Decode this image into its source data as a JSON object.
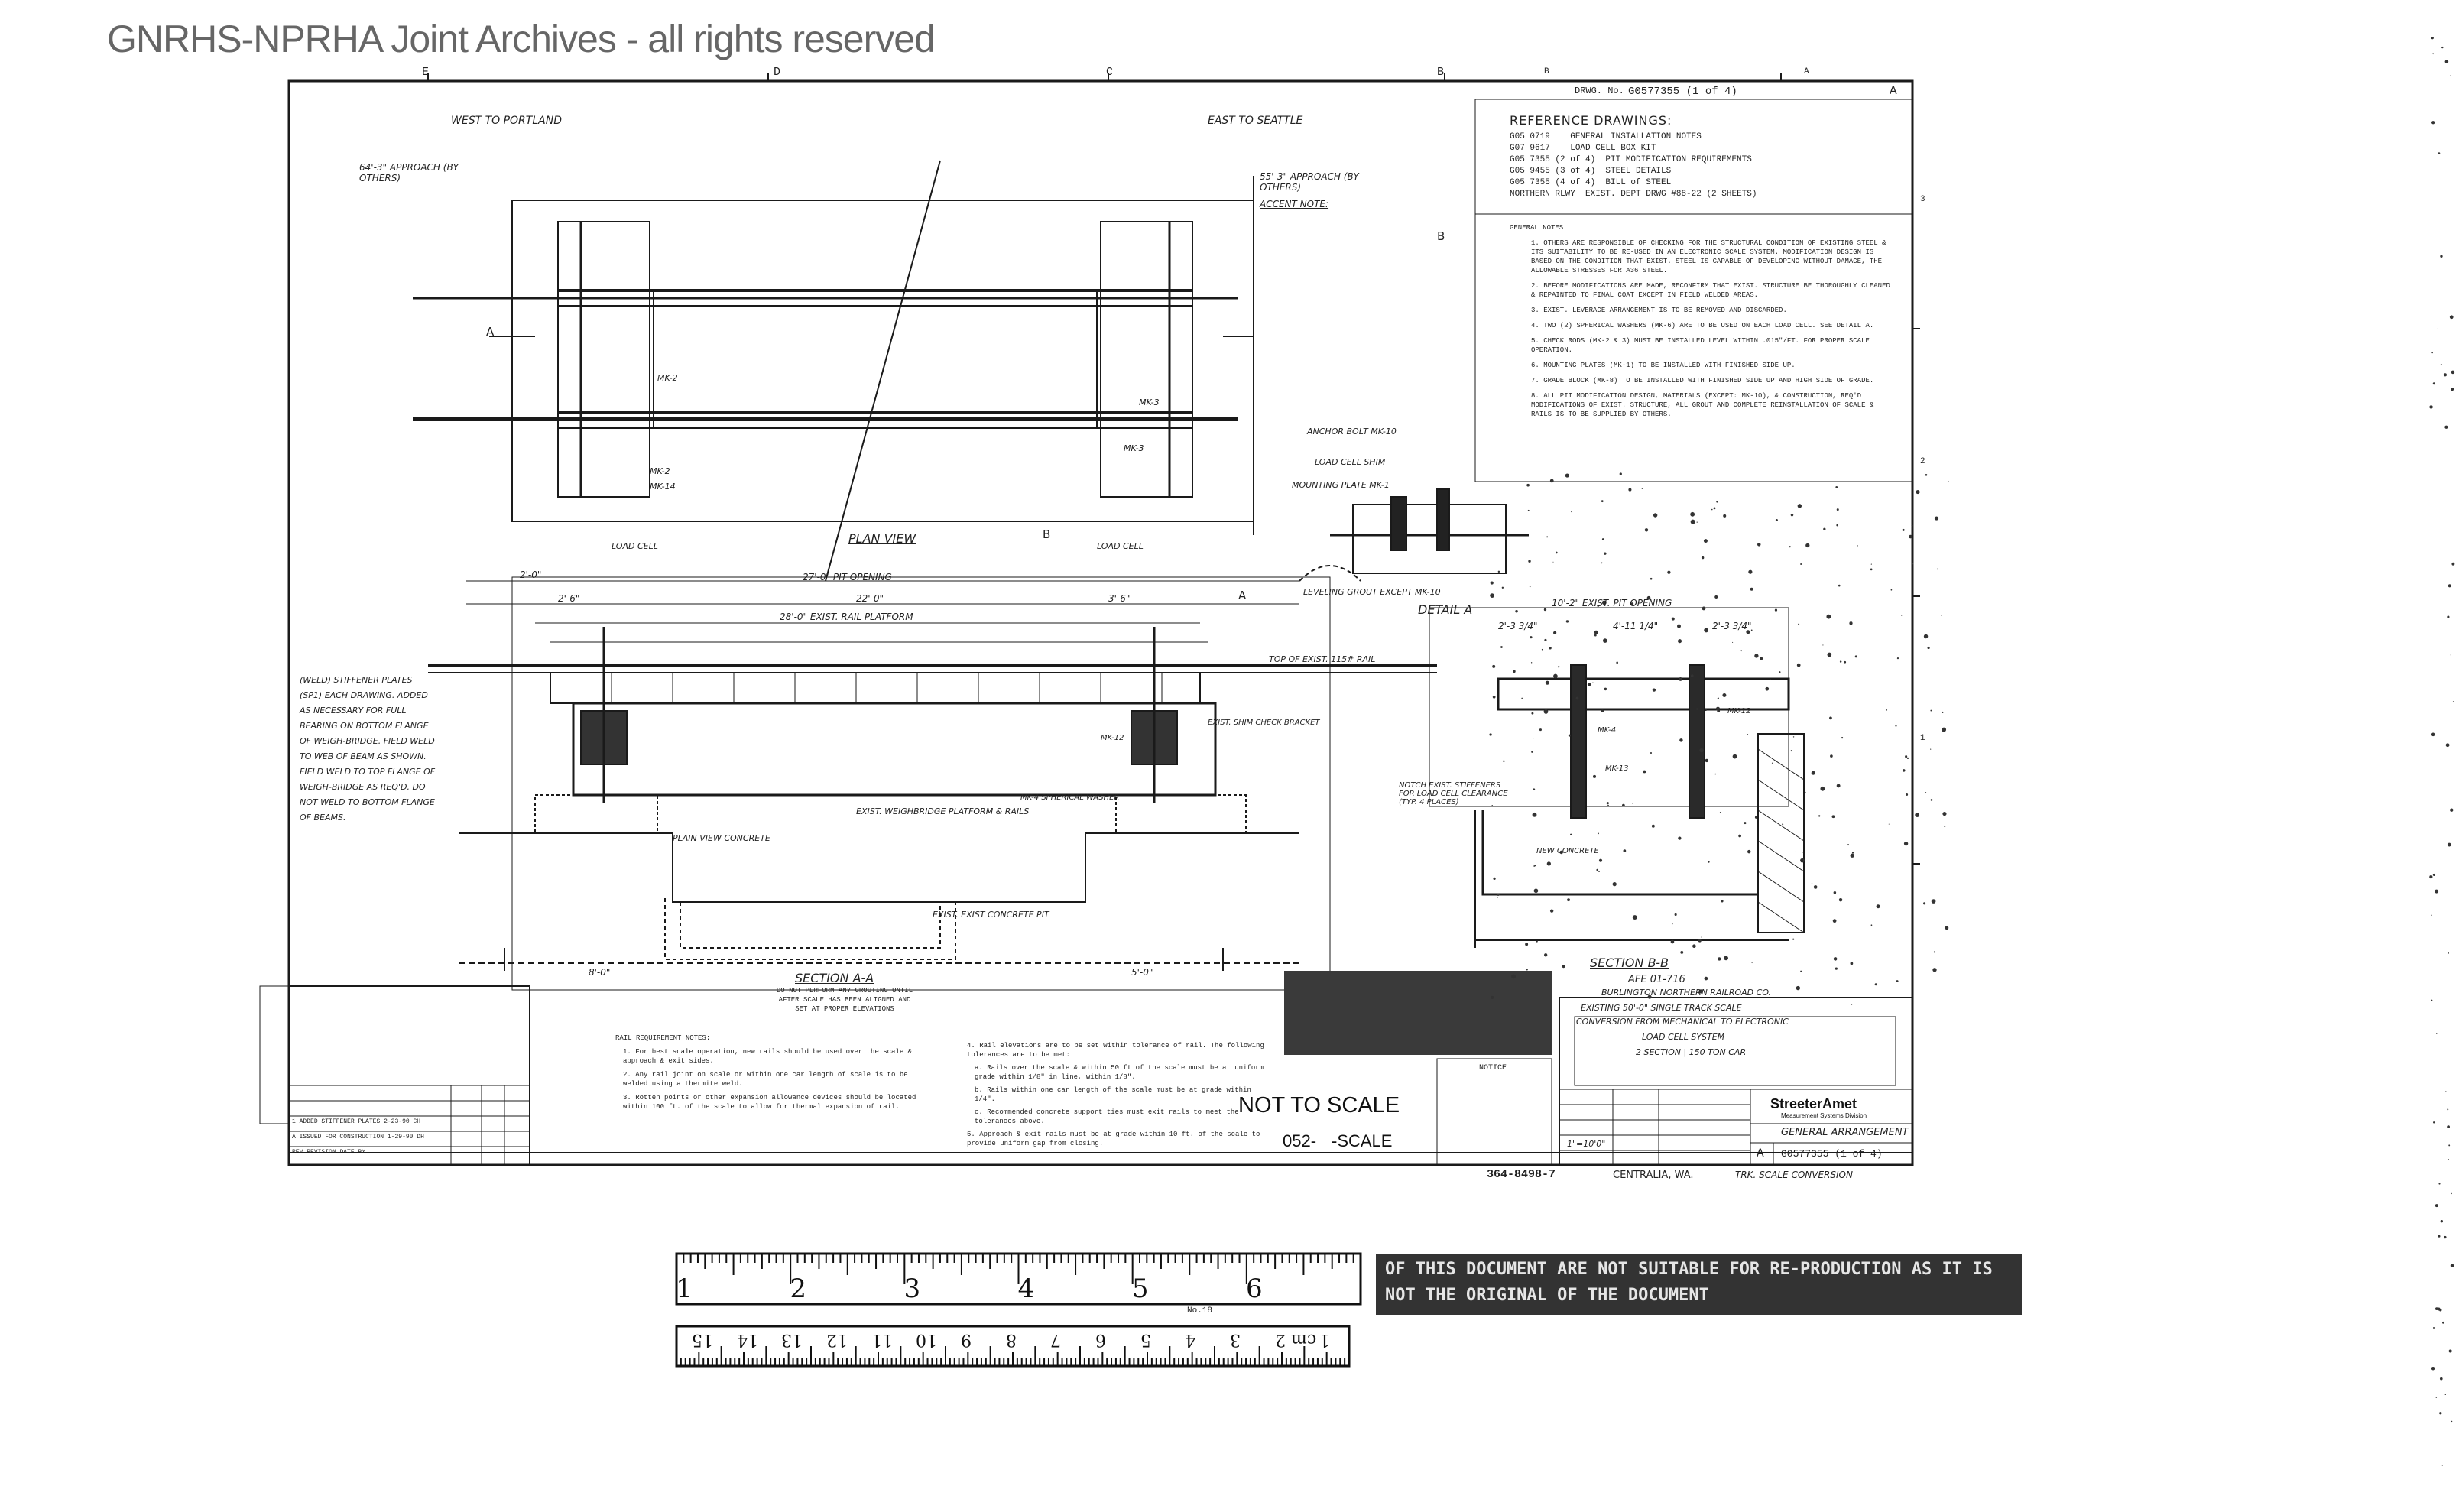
{
  "header": {
    "watermark": "GNRHS-NPRHA Joint Archives - all rights reserved"
  },
  "drawing": {
    "drawing_no_label": "DRWG. No.",
    "drawing_no": "G0577355 (1 of 4)",
    "revision": "A",
    "zone_letters_top": [
      "E",
      "D",
      "C",
      "B",
      "B",
      "A"
    ],
    "zone_numbers_right": [
      "3",
      "2",
      "1"
    ],
    "reference_drawings": {
      "title": "REFERENCE DRAWINGS:",
      "rows": [
        [
          "G05 0719",
          "GENERAL INSTALLATION NOTES"
        ],
        [
          "G07 9617",
          "LOAD CELL BOX KIT"
        ],
        [
          "G05 7355 (2 of 4)",
          "PIT MODIFICATION REQUIREMENTS"
        ],
        [
          "G05 9455 (3 of 4)",
          "STEEL DETAILS"
        ],
        [
          "G05 7355 (4 of 4)",
          "BILL of STEEL"
        ],
        [
          "NORTHERN RLWY",
          "EXIST. DEPT DRWG #88-22 (2 SHEETS)"
        ]
      ]
    },
    "general_notes": {
      "title": "GENERAL NOTES",
      "items": [
        "1. OTHERS ARE RESPONSIBLE OF CHECKING FOR THE STRUCTURAL CONDITION OF EXISTING STEEL & ITS SUITABILITY TO BE RE-USED IN AN ELECTRONIC SCALE SYSTEM. MODIFICATION DESIGN IS BASED ON THE CONDITION THAT EXIST. STEEL IS CAPABLE OF DEVELOPING WITHOUT DAMAGE, THE ALLOWABLE STRESSES FOR A36 STEEL.",
        "2. BEFORE MODIFICATIONS ARE MADE, RECONFIRM THAT EXIST. STRUCTURE BE THOROUGHLY CLEANED & REPAINTED TO FINAL COAT EXCEPT IN FIELD WELDED AREAS.",
        "3. EXIST. LEVERAGE ARRANGEMENT IS TO BE REMOVED AND DISCARDED.",
        "4. TWO (2) SPHERICAL WASHERS (MK-6) ARE TO BE USED ON EACH LOAD CELL. SEE DETAIL A.",
        "5. CHECK RODS (MK-2 & 3) MUST BE INSTALLED LEVEL WITHIN .015\"/FT. FOR PROPER SCALE OPERATION.",
        "6. MOUNTING PLATES (MK-1) TO BE INSTALLED WITH FINISHED SIDE UP.",
        "7. GRADE BLOCK (MK-8) TO BE INSTALLED WITH FINISHED SIDE UP AND HIGH SIDE OF GRADE.",
        "8. ALL PIT MODIFICATION DESIGN, MATERIALS (EXCEPT: MK-10), & CONSTRUCTION, REQ'D MODIFICATIONS OF EXIST. STRUCTURE, ALL GROUT AND COMPLETE REINSTALLATION OF SCALE & RAILS IS TO BE SUPPLIED BY OTHERS."
      ]
    },
    "plan_view": {
      "label": "PLAN VIEW",
      "west": "WEST TO PORTLAND",
      "east": "EAST TO SEATTLE",
      "approach_left": "64'-3\" APPROACH (BY OTHERS)",
      "approach_right": "55'-3\" APPROACH (BY OTHERS)",
      "accent_note_title": "ACCENT NOTE:",
      "load_cell_left": "LOAD CELL",
      "load_cell_right": "LOAD CELL",
      "marks": [
        "MK-2",
        "MK-3",
        "MK-2",
        "MK-14",
        "MK-3",
        "A",
        "B",
        "A",
        "B"
      ]
    },
    "section_aa": {
      "label": "SECTION A-A",
      "dims": [
        "2'-0\"",
        "27'-0\" PIT OPENING",
        "2'-6\"",
        "22'-0\"",
        "3'-6\"",
        "28'-0\" EXIST. RAIL PLATFORM",
        "8'-0\"",
        "5'-0\""
      ],
      "top_of_rail": "TOP OF EXIST. 115# RAIL",
      "left_note": "(WELD) STIFFENER PLATES (SP1) EACH DRAWING. ADDED AS NECESSARY FOR FULL BEARING ON BOTTOM FLANGE OF WEIGH-BRIDGE. FIELD WELD TO WEB OF BEAM AS SHOWN. FIELD WELD TO TOP FLANGE OF WEIGH-BRIDGE AS REQ'D. DO NOT WELD TO BOTTOM FLANGE OF BEAMS.",
      "callouts": [
        "EXIST. WEIGHBRIDGE PLATFORM & RAILS",
        "PLAIN VIEW CONCRETE",
        "EXIST. EXIST CONCRETE PIT",
        "MK-4 SPHERICAL WASHER",
        "MK-12",
        "EXIST. SHIM CHECK BRACKET"
      ]
    },
    "section_bb": {
      "label": "SECTION B-B",
      "dims": [
        "10'-2\" EXIST. PIT OPENING",
        "2'-3 3/4\"",
        "4'-11 1/4\"",
        "2'-3 3/4\""
      ],
      "callouts": [
        "MK-12",
        "MK-4",
        "MK-13",
        "NOTCH EXIST. STIFFENERS FOR LOAD CELL CLEARANCE (TYP. 4 PLACES)",
        "NEW CONCRETE"
      ]
    },
    "detail_a": {
      "label": "DETAIL A",
      "callouts": [
        "ANCHOR BOLT MK-10",
        "LOAD CELL SHIM",
        "MOUNTING PLATE MK-1",
        "LEVELING GROUT EXCEPT MK-10"
      ]
    },
    "caution": "DO NOT PERFORM ANY GROUTING UNTIL AFTER SCALE HAS BEEN ALIGNED AND SET AT PROPER ELEVATIONS",
    "rail_requirement_notes": {
      "title": "RAIL REQUIREMENT NOTES:",
      "items": [
        "1. For best scale operation, new rails should be used over the scale & approach & exit sides.",
        "2. Any rail joint on scale or within one car length of scale is to be welded using a thermite weld.",
        "3. Rotten points or other expansion allowance devices should be located within 100 ft. of the scale to allow for thermal expansion of rail.",
        "4. Rail elevations are to be set within tolerance of rail. The following tolerances are to be met:",
        "a. Rails over the scale & within 50 ft of the scale must be at uniform grade within 1/8\" in line, within 1/8\".",
        "b. Rails within one car length of the scale must be at grade within 1/4\".",
        "c. Recommended concrete support ties must exit rails to meet the tolerances above.",
        "5. Approach & exit rails must be at grade within 10 ft. of the scale to provide uniform gap from closing."
      ]
    },
    "not_to_scale": "NOT TO SCALE",
    "scale_code": "052-",
    "scale_code_suffix": "-SCALE",
    "section_reference": "AFE 01-716",
    "owner": "BURLINGTON NORTHERN RAILROAD CO.",
    "title_block": {
      "title_lines": [
        "EXISTING 50'-0\" SINGLE TRACK SCALE",
        "CONVERSION FROM MECHANICAL TO ELECTRONIC",
        "LOAD CELL SYSTEM",
        "2 SECTION | 150 TON CAR"
      ],
      "company": "StreeterAmet",
      "company_sub": "Measurement Systems Division",
      "sheet_title": "GENERAL ARRANGEMENT",
      "sheet_rev": "A",
      "sheet_dwg": "G0577355 (1 of 4)",
      "notice_title": "NOTICE",
      "scale_line": "1\"=10'0\"",
      "bottom_ref": "364-8498-7",
      "location": "CENTRALIA, WA.",
      "description": "TRK. SCALE CONVERSION"
    },
    "revision_rows": [
      [
        "1",
        "ADDED STIFFENER PLATES",
        "2-23-90",
        "CH"
      ],
      [
        "A",
        "ISSUED FOR CONSTRUCTION",
        "1-29-90",
        "DH"
      ],
      [
        "REV",
        "REVISION",
        "DATE",
        "BY"
      ]
    ]
  },
  "rulers": {
    "inch_labels": [
      "1",
      "2",
      "3",
      "4",
      "5",
      "6"
    ],
    "cm_labels": [
      "1",
      "cm 2",
      "3",
      "4",
      "5",
      "6",
      "7",
      "8",
      "9",
      "10",
      "11",
      "12",
      "13",
      "14",
      "15"
    ],
    "ruler_no": "No.18"
  },
  "warning_banner": "OF THIS DOCUMENT ARE NOT SUITABLE FOR RE-PRODUCTION AS IT IS NOT THE ORIGINAL OF THE DOCUMENT"
}
